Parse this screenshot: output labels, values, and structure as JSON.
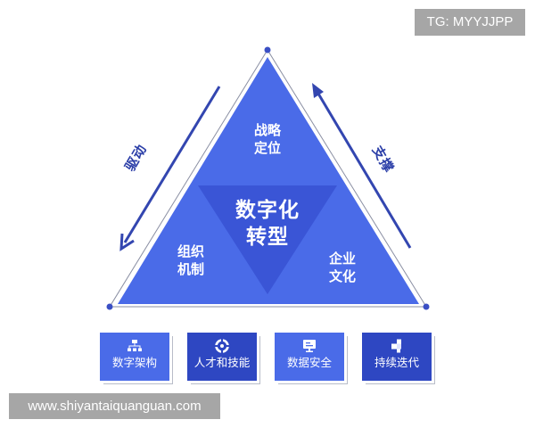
{
  "watermarks": {
    "top_right": "TG: MYYJJPP",
    "bottom_left": "www.shiyantaiquanguan.com"
  },
  "diagram": {
    "center": {
      "line1": "数字化",
      "line2": "转型"
    },
    "corners": {
      "top": {
        "line1": "战略",
        "line2": "定位"
      },
      "left": {
        "line1": "组织",
        "line2": "机制"
      },
      "right": {
        "line1": "企业",
        "line2": "文化"
      }
    },
    "arrows": {
      "left": {
        "label": "驱动",
        "direction": "down-left"
      },
      "right": {
        "label": "支撑",
        "direction": "up-left"
      }
    },
    "colors": {
      "triangle_fill": "#4a6be8",
      "inner_triangle_fill": "#3a55d6",
      "outline": "#8a8fa3",
      "arrow": "#3346b0",
      "node_dot": "#3a4fc4"
    }
  },
  "pillars": [
    {
      "label": "数字架构",
      "icon": "org-chart-icon",
      "color": "#4a6be8"
    },
    {
      "label": "人才和技能",
      "icon": "target-ring-icon",
      "color": "#2e47c2"
    },
    {
      "label": "数据安全",
      "icon": "monitor-icon",
      "color": "#4a6be8"
    },
    {
      "label": "持续迭代",
      "icon": "puzzle-blocks-icon",
      "color": "#2e47c2"
    }
  ]
}
